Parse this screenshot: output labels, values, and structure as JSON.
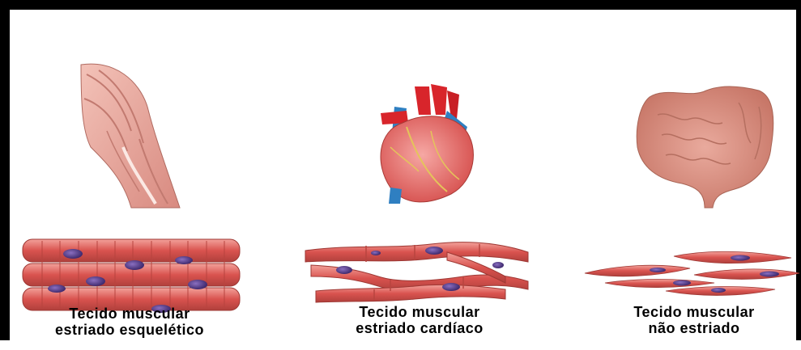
{
  "panels": [
    {
      "organ_icon": "arm-muscle-illustration",
      "tissue_icon": "skeletal-muscle-fibers",
      "caption_line1": "Tecido muscular",
      "caption_line2": "estriado esquelético"
    },
    {
      "organ_icon": "heart-illustration",
      "tissue_icon": "cardiac-muscle-fibers",
      "caption_line1": "Tecido muscular",
      "caption_line2": "estriado cardíaco"
    },
    {
      "organ_icon": "intestine-illustration",
      "tissue_icon": "smooth-muscle-cells",
      "caption_line1": "Tecido muscular",
      "caption_line2": "não estriado"
    }
  ],
  "colors": {
    "frame": "#000000",
    "muscle": "#d9534f",
    "muscle_light": "#f08f88",
    "muscle_dark": "#a83a36",
    "nucleus": "#5b3c8c",
    "artery": "#d8252b",
    "vein": "#2f7fc1",
    "intestine": "#d98b7c"
  }
}
